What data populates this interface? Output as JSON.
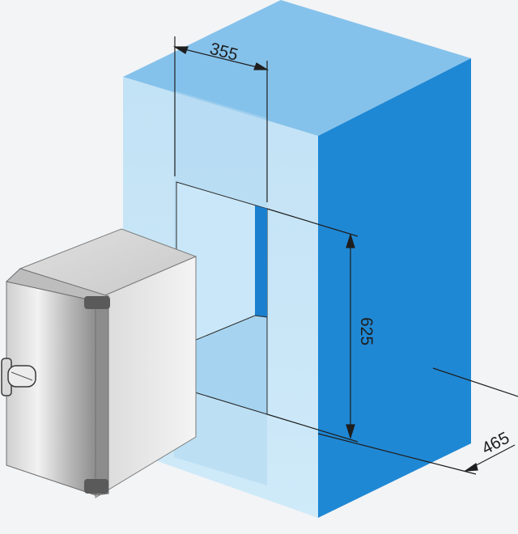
{
  "diagram": {
    "dimensions": {
      "width": "355",
      "height": "625",
      "depth": "465"
    },
    "colors": {
      "box_front": "#c7e6f7",
      "box_top": "#86c4ec",
      "box_side": "#1f88d4",
      "cutout_dark": "#1a7fcf",
      "fridge_light": "#ececec",
      "fridge_dark": "#9a9a9a"
    },
    "icons": [
      "fridge-icon",
      "door-handle-icon"
    ]
  }
}
